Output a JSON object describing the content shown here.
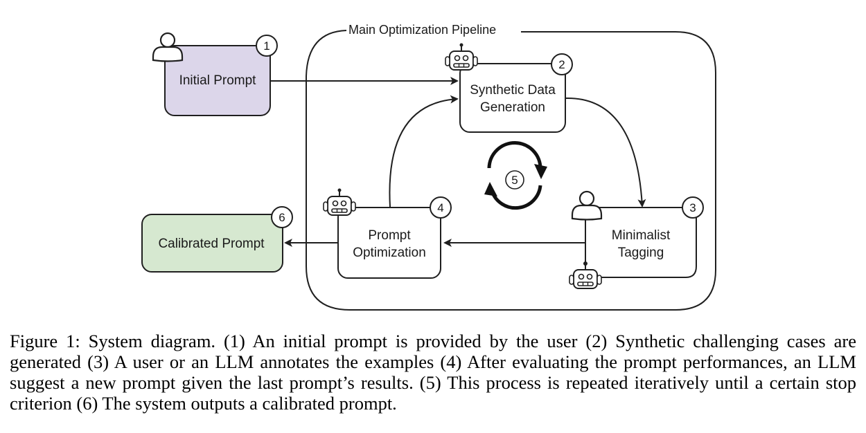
{
  "diagram": {
    "container_title": "Main Optimization Pipeline",
    "nodes": {
      "initial_prompt": {
        "line1": "Initial Prompt",
        "badge": "1",
        "actor": "user",
        "fill": "#dcd6ea"
      },
      "synthetic_data": {
        "line1": "Synthetic Data",
        "line2": "Generation",
        "badge": "2",
        "actor": "llm"
      },
      "tagging": {
        "line1": "Minimalist",
        "line2": "Tagging",
        "badge": "3",
        "actor": "user-or-llm"
      },
      "optimization": {
        "line1": "Prompt",
        "line2": "Optimization",
        "badge": "4",
        "actor": "llm"
      },
      "cycle": {
        "badge": "5"
      },
      "calibrated": {
        "line1": "Calibrated Prompt",
        "badge": "6",
        "fill": "#d6e8d0"
      }
    },
    "edges": [
      {
        "from": "initial_prompt",
        "to": "synthetic_data"
      },
      {
        "from": "synthetic_data",
        "to": "tagging"
      },
      {
        "from": "tagging",
        "to": "optimization"
      },
      {
        "from": "optimization",
        "to": "synthetic_data"
      },
      {
        "from": "optimization",
        "to": "calibrated"
      }
    ]
  },
  "caption": "Figure 1: System diagram. (1) An initial prompt is provided by the user (2) Synthetic challenging cases are generated (3) A user or an LLM annotates the examples (4) After evaluating the prompt performances, an LLM suggest a new prompt given the last prompt’s results. (5) This process is repeated iteratively until a certain stop criterion (6) The system outputs a calibrated prompt."
}
